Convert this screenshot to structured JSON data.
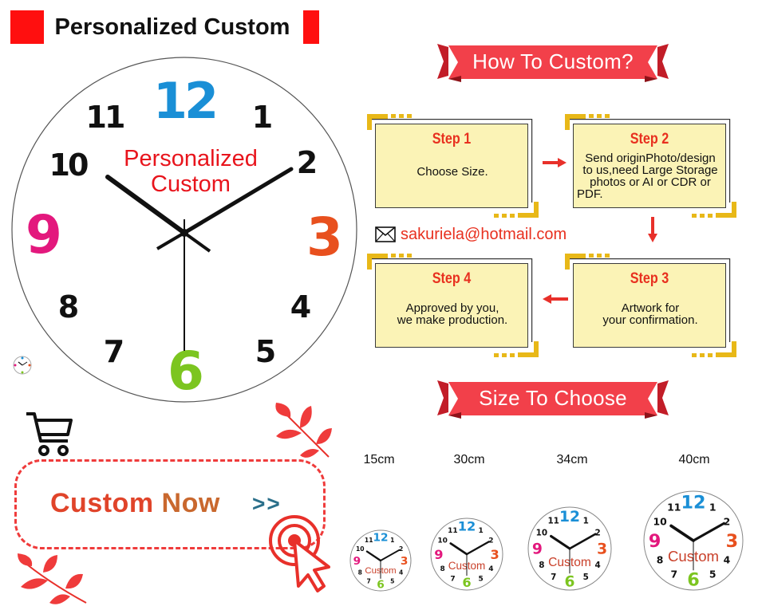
{
  "header": {
    "title": "Personalized Custom",
    "bar_color": "#ff0f0f"
  },
  "big_clock": {
    "caption_line1": "Personalized",
    "caption_line2": "Custom",
    "numerals": {
      "n12": "12",
      "n1": "1",
      "n2": "2",
      "n3": "3",
      "n4": "4",
      "n5": "5",
      "n6": "6",
      "n7": "7",
      "n8": "8",
      "n9": "9",
      "n10": "10",
      "n11": "11"
    },
    "colors": {
      "n12": "#1a8fd6",
      "n3": "#e8501e",
      "n6": "#7cc520",
      "n9": "#e3187d",
      "caption": "#e8141c"
    }
  },
  "how_to": {
    "banner": "How To Custom?",
    "steps": [
      {
        "title": "Step 1",
        "desc": "Choose Size."
      },
      {
        "title": "Step 2",
        "desc_lines": [
          "Send originPhoto/design",
          "to us,need Large Storage",
          "photos or AI or CDR or",
          "PDF."
        ]
      },
      {
        "title": "Step 3",
        "desc_lines": [
          "Artwork for",
          "your confirmation."
        ]
      },
      {
        "title": "Step 4",
        "desc_lines": [
          "Approved by you,",
          "we make production."
        ]
      }
    ]
  },
  "email": {
    "address": "sakuriela@hotmail.com",
    "icon": "envelope-icon"
  },
  "sizes": {
    "banner": "Size To Choose",
    "items": [
      {
        "label": "15cm"
      },
      {
        "label": "30cm"
      },
      {
        "label": "34cm"
      },
      {
        "label": "40cm"
      }
    ],
    "mini_caption": "Custom"
  },
  "cta": {
    "label_a": "Custom",
    "label_b": "Now",
    "arrows": ">>"
  },
  "colors": {
    "ribbon": "#f2404a",
    "step_fill": "#fbf3b6",
    "accent_red": "#e8301f",
    "frame_gold": "#e8b818"
  }
}
